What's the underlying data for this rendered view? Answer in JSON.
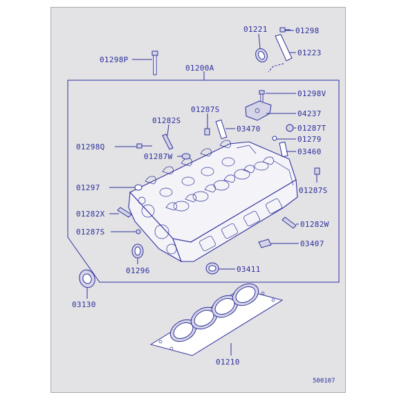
{
  "diagram": {
    "group_label": "01200A",
    "drawing_code": "500107",
    "labels": {
      "p01221": "01221",
      "p01298": "01298",
      "p01223": "01223",
      "p01298P": "01298P",
      "p01298V": "01298V",
      "p04237": "04237",
      "p01287S_top": "01287S",
      "p01282S": "01282S",
      "p03470": "03470",
      "p01287T": "01287T",
      "p01279": "01279",
      "p01298Q": "01298Q",
      "p01287W": "01287W",
      "p03460": "03460",
      "p01297": "01297",
      "p01287S_right": "01287S",
      "p01282X": "01282X",
      "p01282W": "01282W",
      "p01287S_left": "01287S",
      "p03407": "03407",
      "p01296": "01296",
      "p03411": "03411",
      "p03130": "03130",
      "p01210": "01210"
    }
  }
}
